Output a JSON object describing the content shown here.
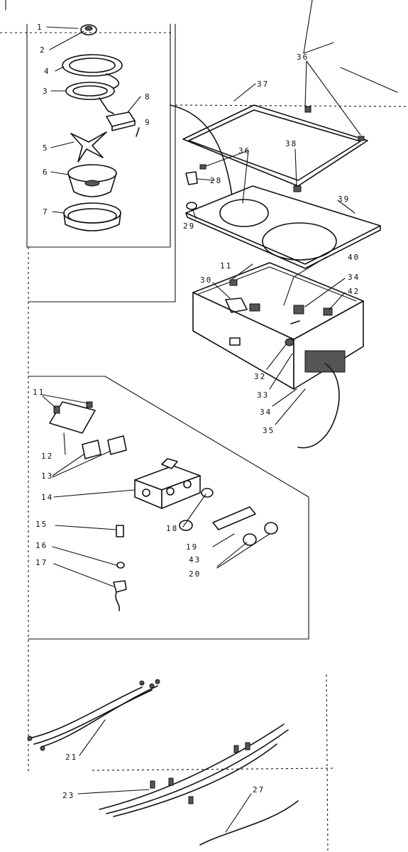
{
  "labels": {
    "l1": "1",
    "l2": "2",
    "l4": "4",
    "l3": "3",
    "l8": "8",
    "l9": "9",
    "l5": "5",
    "l6": "6",
    "l7": "7",
    "l36a": "36",
    "l37": "37",
    "l38": "38",
    "l36b": "36",
    "l28": "28",
    "l39": "39",
    "l29": "29",
    "l11a": "11",
    "l40": "40",
    "l30": "30",
    "l34a": "34",
    "l42": "42",
    "l32": "32",
    "l33": "33",
    "l34b": "34",
    "l35": "35",
    "l11b": "11",
    "l12": "12",
    "l13": "13",
    "l14": "14",
    "l15": "15",
    "l16": "16",
    "l17": "17",
    "l18": "18",
    "l19": "19",
    "l43": "43",
    "l20": "20",
    "l21": "21",
    "l23": "23",
    "l27": "27"
  }
}
